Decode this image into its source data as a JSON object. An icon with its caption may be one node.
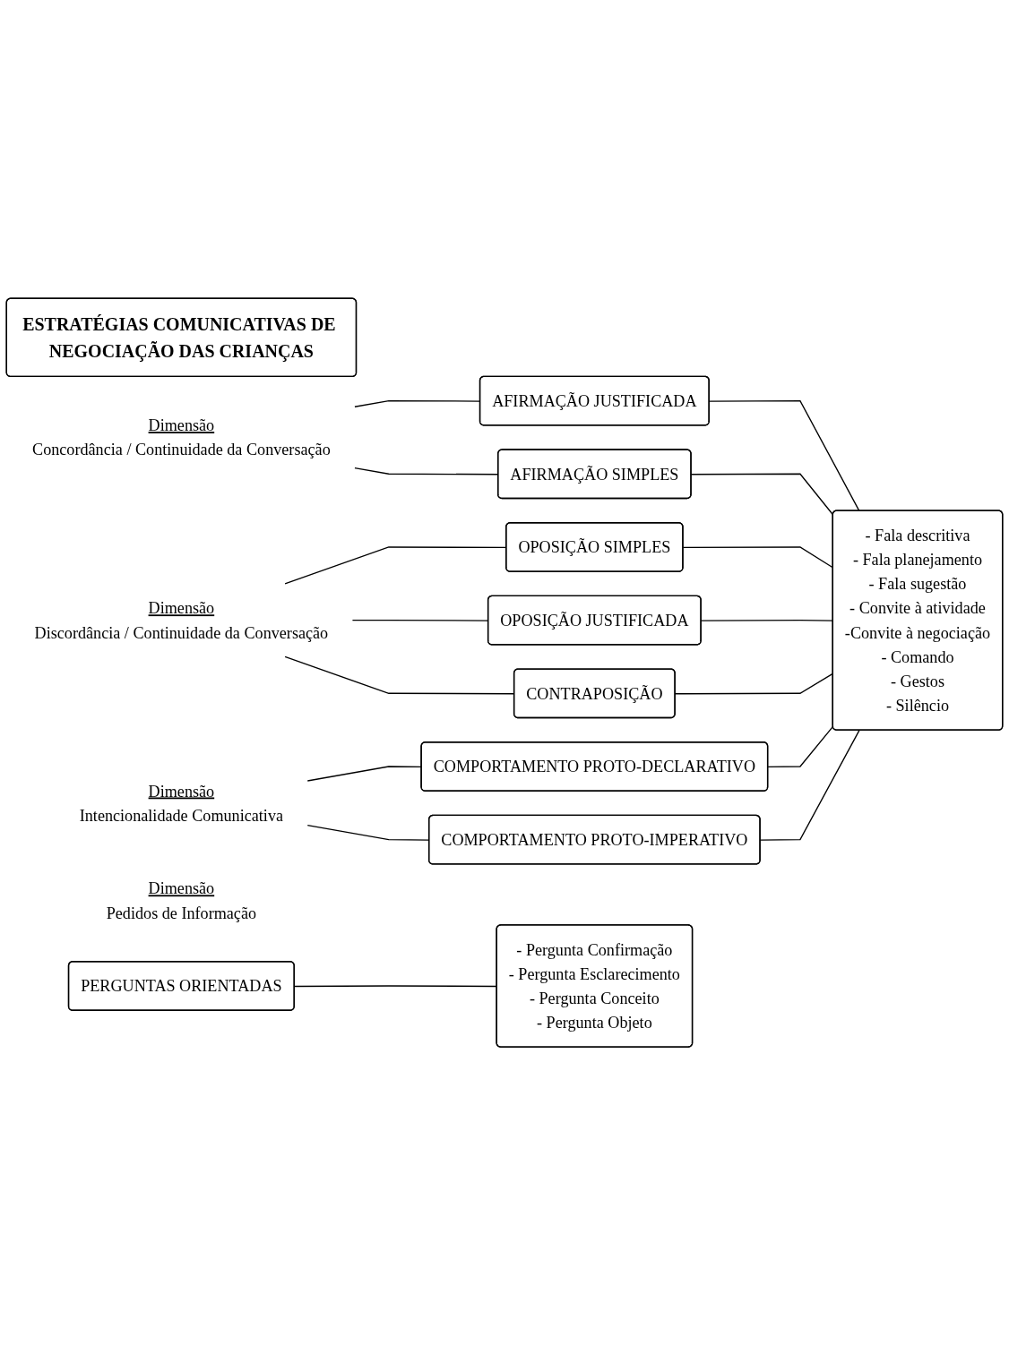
{
  "diagram": {
    "nodes": [
      {
        "text": [
          "ESTRATÉGIAS COMUNICATIVAS DE NEGOCIAÇÃO DAS CRIANÇAS"
        ]
      },
      {
        "text": [
          "Dimensão",
          "Concordância / Continuidade da Conversação"
        ]
      },
      {
        "text": [
          "AFIRMAÇÃO JUSTIFICADA"
        ]
      },
      {
        "text": [
          "AFIRMAÇÃO SIMPLES"
        ]
      },
      {
        "text": [
          "Dimensão",
          "Discordância / Continuidade da Conversação"
        ]
      },
      {
        "text": [
          "OPOSIÇÃO SIMPLES"
        ]
      },
      {
        "text": [
          "OPOSIÇÃO JUSTIFICADA"
        ]
      },
      {
        "text": [
          "CONTRAPOSIÇÃO"
        ]
      },
      {
        "text": [
          "Dimensão",
          "Intencionalidade Comunicativa"
        ]
      },
      {
        "text": [
          "COMPORTAMENTO PROTO-DECLARATIVO"
        ]
      },
      {
        "text": [
          "COMPORTAMENTO PROTO-IMPERATIVO"
        ]
      },
      {
        "text": [
          "- Fala descritiva",
          "- Fala planejamento",
          "- Fala sugestão",
          "- Convite à atividade",
          "-Convite à negociação",
          "- Comando",
          "- Gestos",
          "- Silêncio"
        ]
      },
      {
        "text": [
          "Dimensão",
          "Pedidos de Informação"
        ]
      },
      {
        "text": [
          "PERGUNTAS ORIENTADAS"
        ]
      },
      {
        "text": [
          "- Pergunta Confirmação",
          "- Pergunta Esclarecimento",
          "- Pergunta Conceito",
          "- Pergunta Objeto"
        ]
      }
    ],
    "edges": [
      {
        "from": 1,
        "to": 2,
        "arrow": "none"
      },
      {
        "from": 1,
        "to": 3,
        "arrow": "none"
      },
      {
        "from": 4,
        "to": 5,
        "arrow": "none"
      },
      {
        "from": 4,
        "to": 6,
        "arrow": "none"
      },
      {
        "from": 4,
        "to": 7,
        "arrow": "none"
      },
      {
        "from": 8,
        "to": 9,
        "arrow": "none"
      },
      {
        "from": 8,
        "to": 10,
        "arrow": "none"
      },
      {
        "from": 2,
        "to": 11,
        "arrow": "none"
      },
      {
        "from": 3,
        "to": 11,
        "arrow": "none"
      },
      {
        "from": 5,
        "to": 11,
        "arrow": "none"
      },
      {
        "from": 6,
        "to": 11,
        "arrow": "none"
      },
      {
        "from": 7,
        "to": 11,
        "arrow": "none"
      },
      {
        "from": 9,
        "to": 11,
        "arrow": "none"
      },
      {
        "from": 10,
        "to": 11,
        "arrow": "none"
      },
      {
        "from": 13,
        "to": 14,
        "arrow": "none"
      }
    ]
  }
}
